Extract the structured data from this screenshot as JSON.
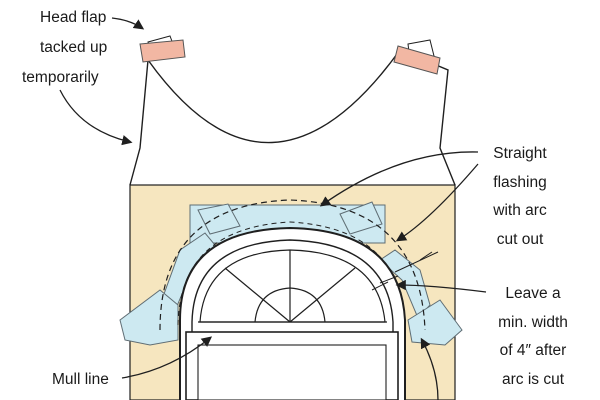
{
  "diagram": {
    "labels": {
      "head_flap": [
        "Head flap",
        "tacked up",
        "temporarily"
      ],
      "straight_flashing": [
        "Straight",
        "flashing",
        "with arc",
        "cut out"
      ],
      "leave_min_width": [
        "Leave a",
        "min. width",
        "of 4″ after",
        "arc is cut"
      ],
      "mull_line": [
        "Mull line"
      ]
    },
    "colors": {
      "wall_fill": "#f6e6bf",
      "flashing_fill": "#cde9f1",
      "flashing_stroke": "#5f6d74",
      "tape_fill": "#f2b7a3",
      "line": "#1f1f1f",
      "window_fill": "#ffffff"
    }
  }
}
